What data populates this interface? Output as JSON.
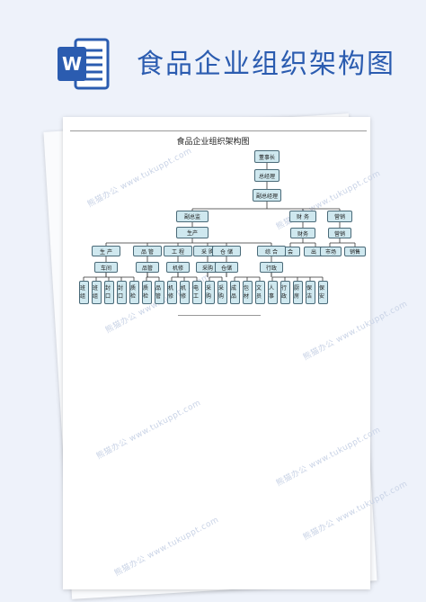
{
  "header": {
    "icon_label": "W",
    "title": "食品企业组织架构图"
  },
  "document": {
    "title": "食品企业组织架构图"
  },
  "org": {
    "top": [
      "董事长",
      "总经理",
      "副总经理"
    ],
    "dept_row": [
      {
        "id": "production-supervisor",
        "label": "副总监"
      },
      {
        "id": "finance-dept",
        "label": "财 务"
      },
      {
        "id": "marketing-dept",
        "label": "营销"
      }
    ],
    "production_label": "生产",
    "finance_sub": "财务",
    "finance_units": [
      "会",
      "出"
    ],
    "marketing_sub": "营销",
    "marketing_units": [
      "市场",
      "销售"
    ],
    "groups": [
      {
        "label": "生 产",
        "sub": "车间"
      },
      {
        "label": "品 管",
        "sub": "品管"
      },
      {
        "label": "工 程",
        "sub": "机修"
      },
      {
        "label": "采 购",
        "sub": "采购"
      },
      {
        "label": "仓 储",
        "sub": "仓储"
      },
      {
        "label": "综 合",
        "sub": "行政"
      }
    ],
    "leaves": [
      "班组",
      "班组",
      "封口",
      "封口",
      "质检",
      "质检",
      "品管",
      "机修",
      "机修",
      "电工",
      "采购",
      "采购",
      "成品",
      "包材",
      "文员",
      "人事",
      "行政",
      "厨房",
      "保洁",
      "保安"
    ]
  },
  "watermark": "熊猫办公 www.tukuppt.com"
}
